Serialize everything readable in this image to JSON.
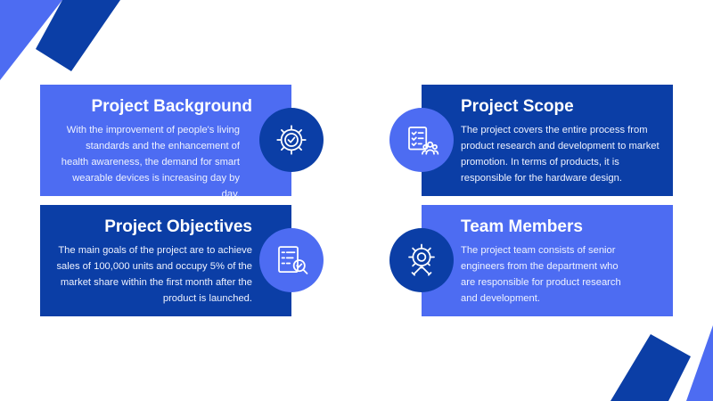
{
  "cards": {
    "background": {
      "title": "Project Background",
      "text": "With the improvement of people's living standards and the enhancement of health awareness, the demand for smart wearable devices is increasing day by day."
    },
    "scope": {
      "title": "Project Scope",
      "text": "The project covers the entire process from product research and development to market promotion. In terms of products, it is responsible for the hardware design."
    },
    "objectives": {
      "title": "Project Objectives",
      "text": "The main goals of the project are to achieve sales of 100,000 units and occupy 5% of the market share within the first month after the product is launched."
    },
    "team": {
      "title": "Team Members",
      "text": "The project team consists of senior engineers from the department who are responsible for product research and development."
    }
  },
  "icons": {
    "background": "gear-check-icon",
    "scope": "checklist-team-icon",
    "objectives": "checklist-magnifier-icon",
    "team": "gear-tools-icon"
  },
  "colors": {
    "light_blue": "#4d6cf2",
    "dark_blue": "#0b3ea6",
    "background": "#ffffff"
  }
}
